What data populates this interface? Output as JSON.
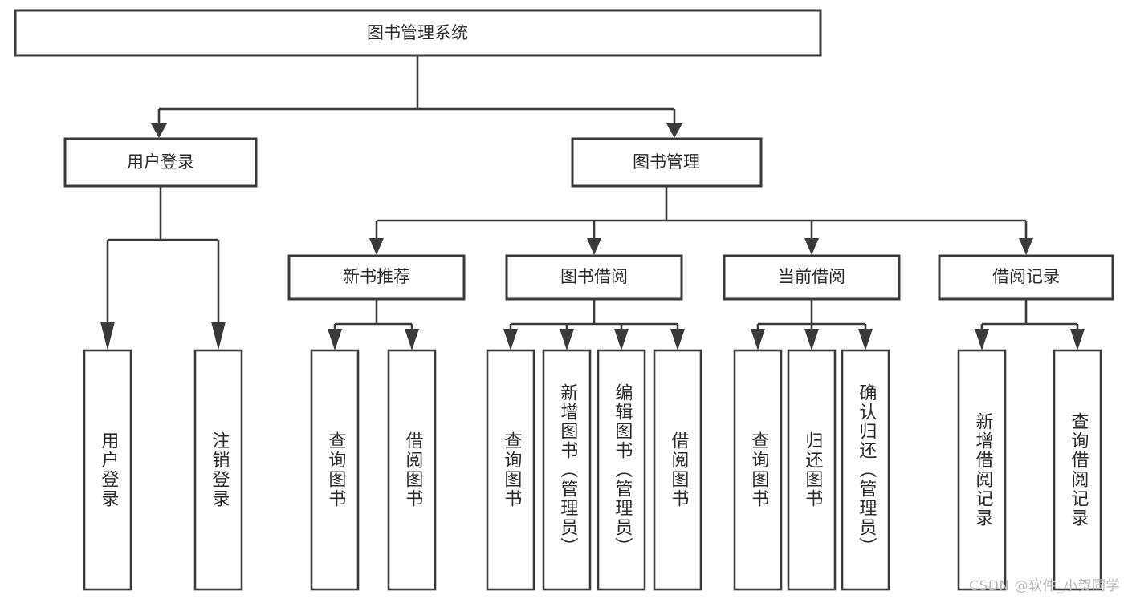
{
  "diagram": {
    "title": "图书管理系统",
    "watermark": "CSDN @软件_小贺同学",
    "colors": {
      "stroke": "#3a3a3a",
      "fill": "#ffffff",
      "text": "#2b2b2b",
      "watermark": "#b8b8b8"
    },
    "root": {
      "label": "图书管理系统"
    },
    "level2": [
      {
        "label": "用户登录"
      },
      {
        "label": "图书管理"
      }
    ],
    "level3": [
      {
        "label": "新书推荐"
      },
      {
        "label": "图书借阅"
      },
      {
        "label": "当前借阅"
      },
      {
        "label": "借阅记录"
      }
    ],
    "leaves": {
      "user_login": [
        {
          "label": "用户登录"
        },
        {
          "label": "注销登录"
        }
      ],
      "new_book_recommend": [
        {
          "label": "查询图书"
        },
        {
          "label": "借阅图书"
        }
      ],
      "book_borrow": [
        {
          "label": "查询图书"
        },
        {
          "label": "新增图书（管理员）"
        },
        {
          "label": "编辑图书（管理员）"
        },
        {
          "label": "借阅图书"
        }
      ],
      "current_borrow": [
        {
          "label": "查询图书"
        },
        {
          "label": "归还图书"
        },
        {
          "label": "确认归还（管理员）"
        }
      ],
      "borrow_record": [
        {
          "label": "新增借阅记录"
        },
        {
          "label": "查询借阅记录"
        }
      ]
    }
  }
}
